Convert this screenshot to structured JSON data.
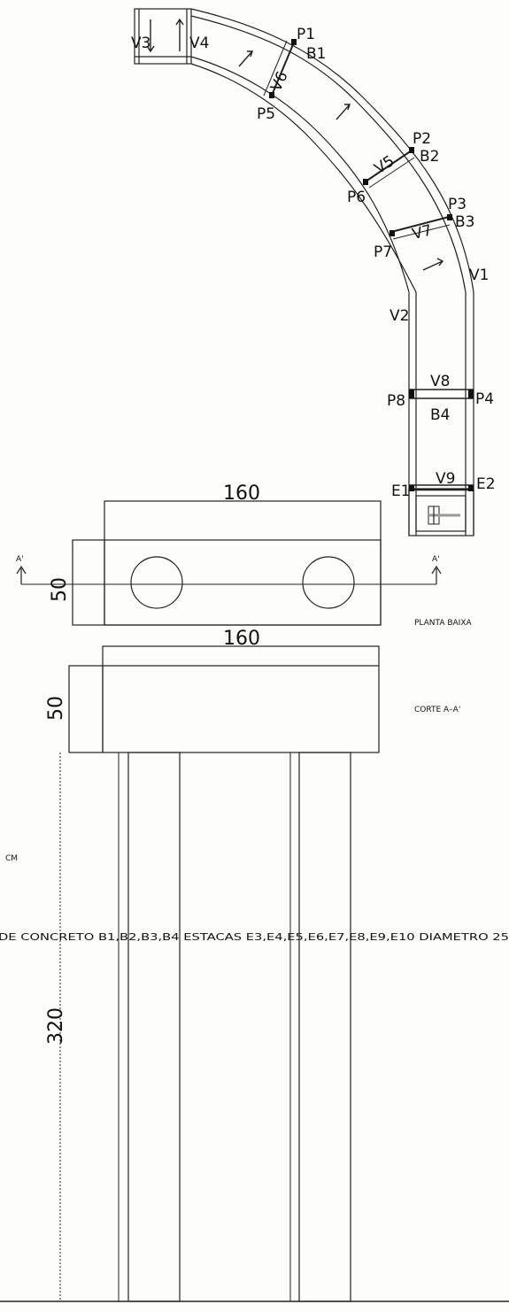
{
  "stair_plan": {
    "landing_labels": [
      "V3",
      "V4"
    ],
    "points": [
      "P1",
      "B1",
      "P5",
      "P2",
      "B2",
      "P6",
      "P3",
      "B3",
      "P7",
      "V1",
      "V2",
      "P8",
      "V8",
      "P4",
      "B4",
      "E1",
      "V9",
      "E2"
    ],
    "beams_diagonal": [
      "V6",
      "V5",
      "V7"
    ]
  },
  "pile_cap": {
    "plan_title": "PLANTA BAIXA",
    "section_title": "CORTE A–A'",
    "section_mark_left": "A'",
    "section_mark_right": "A'",
    "plan_length": "160",
    "plan_width": "50",
    "section_length": "160",
    "section_height": "50",
    "pile_length": "320"
  },
  "notes": {
    "unit": "CM",
    "spec": "DE CONCRETO B1,B2,B3,B4 ESTACAS E3,E4,E5,E6,E7,E8,E9,E10 DIAMETRO 25"
  }
}
